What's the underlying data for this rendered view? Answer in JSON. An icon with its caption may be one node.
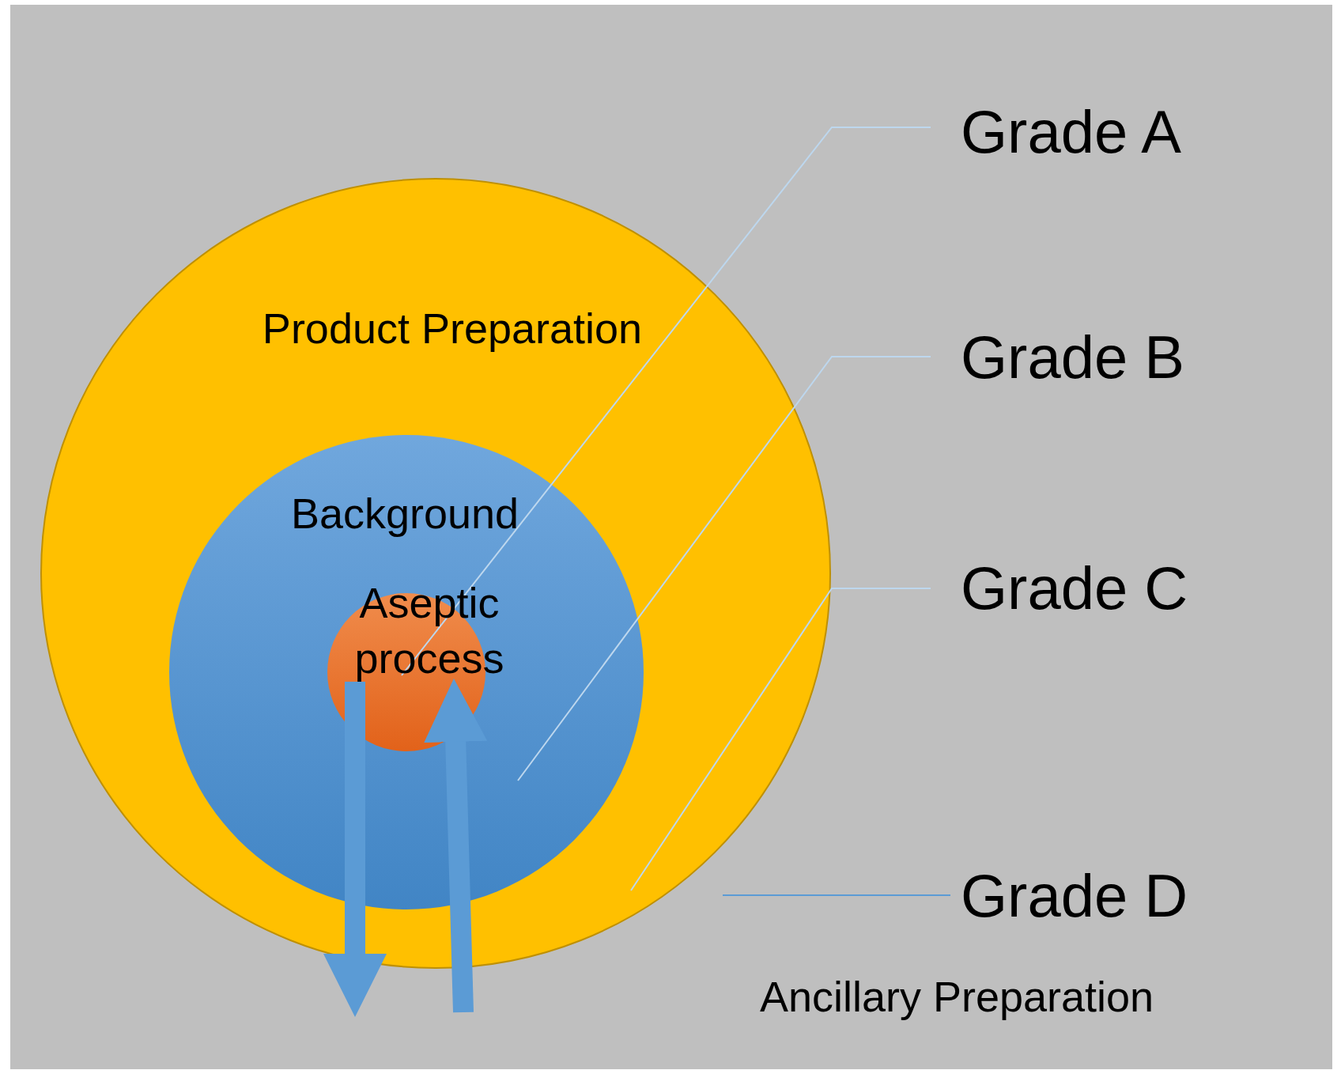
{
  "diagram": {
    "nodes": [
      {
        "text": [
          "Ancillary Preparation"
        ]
      },
      {
        "text": [
          "Product Preparation"
        ],
        "in": 0
      },
      {
        "text": [
          "Background"
        ],
        "in": 1
      },
      {
        "text": [
          "Aseptic process"
        ],
        "in": 2
      },
      {
        "text": [
          "Grade A"
        ],
        "in": 0
      },
      {
        "text": [
          "Grade B"
        ],
        "in": 0
      },
      {
        "text": [
          "Grade C"
        ],
        "in": 0
      },
      {
        "text": [
          "Grade D"
        ],
        "in": 0
      }
    ],
    "edges": [
      {
        "from": 4,
        "to": 3,
        "arrow": "none"
      },
      {
        "from": 5,
        "to": 2,
        "arrow": "none"
      },
      {
        "from": 6,
        "to": 1,
        "arrow": "none"
      },
      {
        "from": 7,
        "to": 0,
        "arrow": "none",
        "color": "#5b9bd5"
      },
      {
        "from": 3,
        "to": null,
        "arrow": "to",
        "style": "thick",
        "color": "#5b9bd5"
      },
      {
        "from": null,
        "to": 3,
        "arrow": "to",
        "style": "thick",
        "color": "#5b9bd5"
      }
    ]
  }
}
